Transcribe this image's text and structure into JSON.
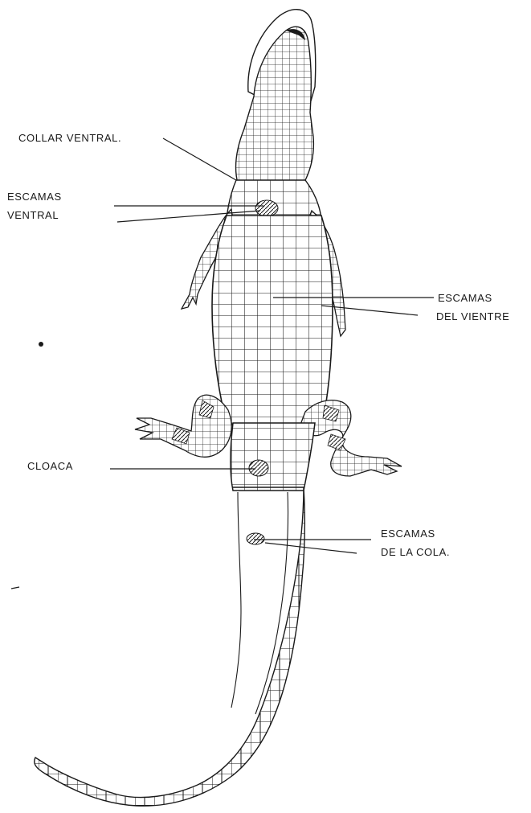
{
  "diagram": {
    "labels": {
      "collar_ventral": "COLLAR VENTRAL.",
      "escamas_ventral": {
        "line1": "ESCAMAS",
        "line2": "VENTRAL"
      },
      "escamas_vientre": {
        "line1": "ESCAMAS",
        "line2": "DEL VIENTRE"
      },
      "cloaca": "CLOACA",
      "escamas_cola": {
        "line1": "ESCAMAS",
        "line2": "DE LA COLA."
      }
    },
    "colors": {
      "ink": "#1a1a1a",
      "paper": "#ffffff"
    }
  }
}
